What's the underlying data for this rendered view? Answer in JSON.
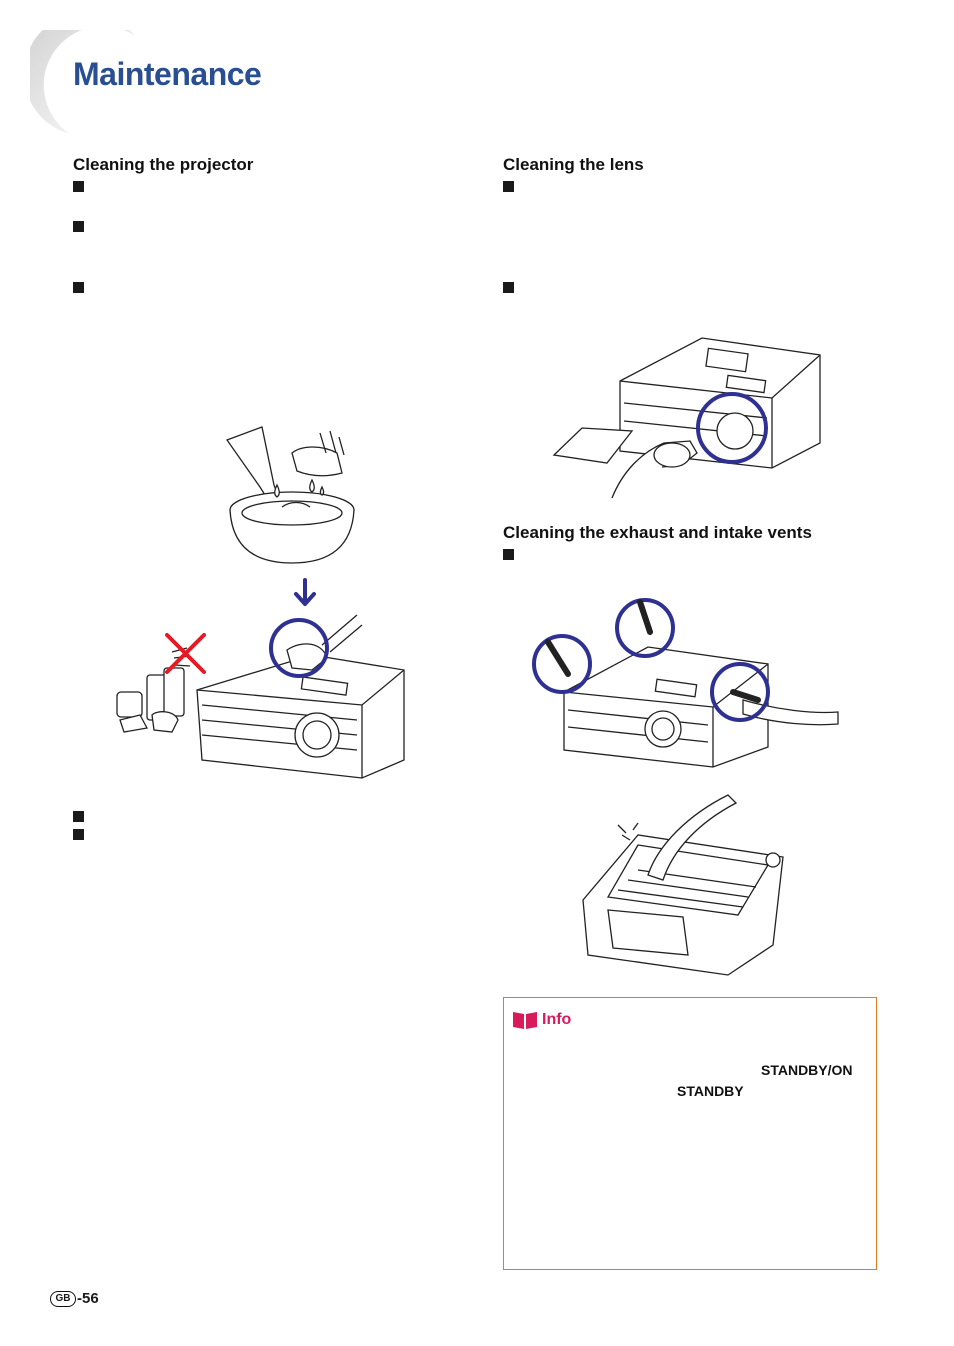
{
  "page": {
    "title": "Maintenance",
    "page_prefix": "GB",
    "page_number": "-56"
  },
  "sections": {
    "projector": {
      "heading": "Cleaning the projector",
      "bullet_count": 5
    },
    "lens": {
      "heading": "Cleaning the lens",
      "bullet_count": 2
    },
    "vents": {
      "heading": "Cleaning the exhaust and intake vents",
      "bullet_count": 1
    }
  },
  "info": {
    "label": "Info",
    "key1": "STANDBY/ON",
    "key2": "STANDBY",
    "icon": "book-icon"
  },
  "colors": {
    "title_blue": "#2a4e92",
    "highlight_circle": "#2e3192",
    "info_border": "#e07b1e",
    "info_label": "#d81b5a",
    "no_mark": "#e31b23"
  }
}
